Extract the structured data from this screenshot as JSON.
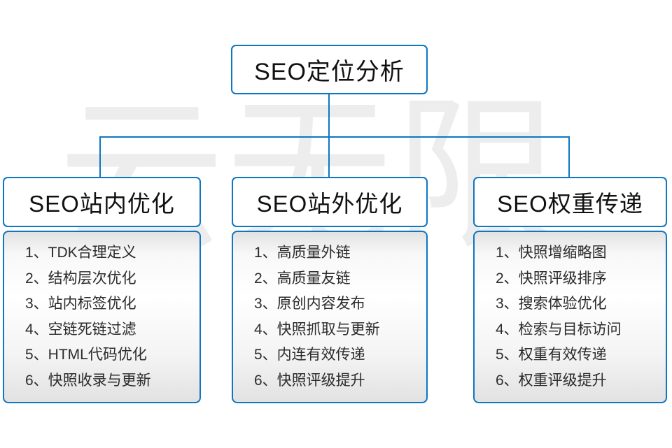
{
  "watermark": {
    "text": "云无限"
  },
  "colors": {
    "accent": "#0f76c0",
    "heading_text": "#111111",
    "list_text": "#2b2b2b",
    "watermark_gray": "#ededed"
  },
  "root": {
    "title": "SEO定位分析"
  },
  "columns": [
    {
      "title": "SEO站内优化",
      "items": [
        "1、TDK合理定义",
        "2、结构层次优化",
        "3、站内标签优化",
        "4、空链死链过滤",
        "5、HTML代码优化",
        "6、快照收录与更新"
      ]
    },
    {
      "title": "SEO站外优化",
      "items": [
        "1、高质量外链",
        "2、高质量友链",
        "3、原创内容发布",
        "4、快照抓取与更新",
        "5、内连有效传递",
        "6、快照评级提升"
      ]
    },
    {
      "title": "SEO权重传递",
      "items": [
        "1、快照增缩略图",
        "2、快照评级排序",
        "3、搜索体验优化",
        "4、检索与目标访问",
        "5、权重有效传递",
        "6、权重评级提升"
      ]
    }
  ]
}
